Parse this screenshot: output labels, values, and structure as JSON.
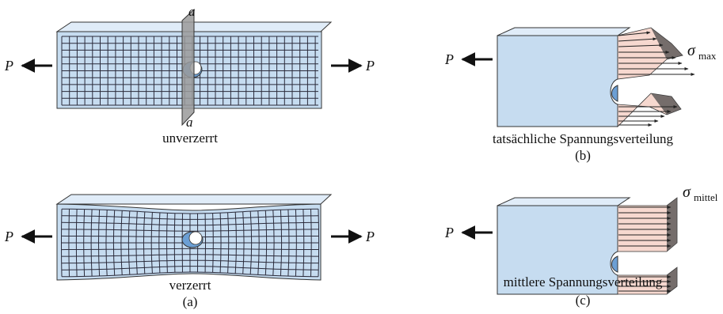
{
  "labels": {
    "load": "P",
    "section_plane": "a",
    "undeformed": "unverzerrt",
    "deformed": "verzerrt",
    "panel_a": "(a)",
    "actual_distribution": "tatsächliche Spannungsverteilung",
    "panel_b": "(b)",
    "average_distribution": "mittlere Spannungsverteilung",
    "panel_c": "(c)",
    "sigma": "σ",
    "max_sub": "max",
    "mittel_sub": "mittel"
  },
  "colors": {
    "plate": "#c6dcf0",
    "plate_edge": "#e4eff9",
    "grid": "#2a2a3a",
    "hole": "#6c9fd4",
    "plane": "#9a9a9a",
    "arrow_fill": "#444444",
    "stress_bg": "#f6d8cf"
  }
}
